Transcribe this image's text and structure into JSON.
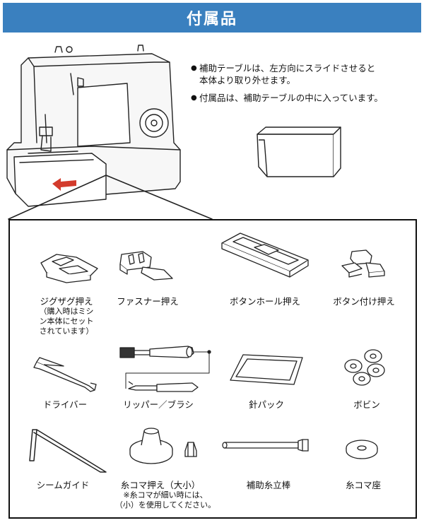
{
  "header": {
    "title": "付属品"
  },
  "notes": [
    {
      "bullet": "●",
      "text_line1": "補助テーブルは、左方向にスライドさせると",
      "text_line2": "本体より取り外せます。"
    },
    {
      "bullet": "●",
      "text_line1": "付属品は、補助テーブルの中に入っています。"
    }
  ],
  "accessories": {
    "zigzag_foot": {
      "label": "ジグザグ押え",
      "note_lines": [
        "（購入時はミシ",
        "ン本体にセット",
        "されています）"
      ]
    },
    "zipper_foot": {
      "label": "ファスナー押え"
    },
    "buttonhole_foot": {
      "label": "ボタンホール押え"
    },
    "button_sewing_foot": {
      "label": "ボタン付け押え"
    },
    "screwdriver": {
      "label": "ドライバー"
    },
    "ripper_brush": {
      "label": "リッパー／ブラシ"
    },
    "needle_pack": {
      "label": "針パック"
    },
    "bobbin": {
      "label": "ボビン"
    },
    "seam_guide": {
      "label": "シームガイド"
    },
    "spool_cap": {
      "label": "糸コマ押え（大小）",
      "note_lines": [
        "※糸コマが細い時には、",
        "（小）を使用してください。"
      ]
    },
    "spool_pin": {
      "label": "補助糸立棒"
    },
    "spool_felt": {
      "label": "糸コマ座"
    }
  },
  "colors": {
    "header_bg": "#3a80bf",
    "arrow": "#d33b2c"
  },
  "icons": [
    "sewing-machine-icon",
    "extension-table-icon"
  ]
}
